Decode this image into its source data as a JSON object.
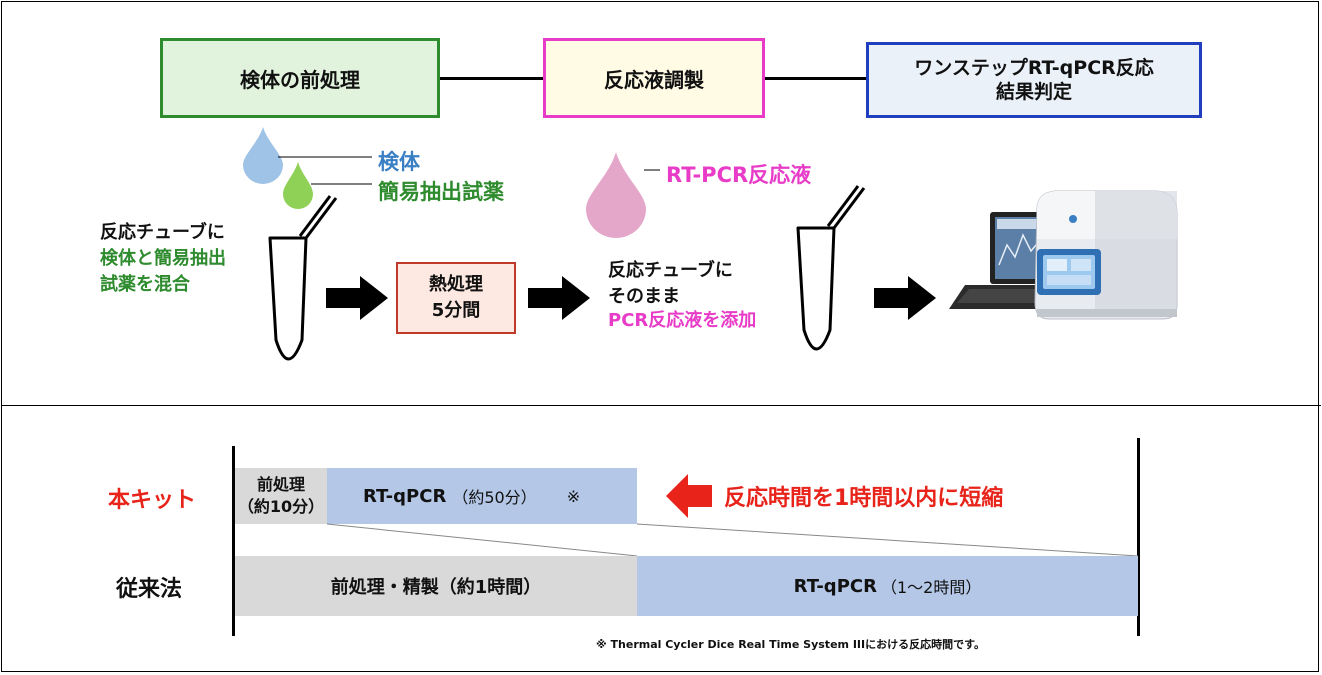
{
  "steps": [
    {
      "label": "検体の前処理"
    },
    {
      "label": "反応液調製"
    },
    {
      "label": "ワンステップRT-qPCR反応\n結果判定"
    }
  ],
  "sample_label": "検体",
  "reagent_label": "簡易抽出試薬",
  "rtpcr_label": "RT-PCR反応液",
  "tube1": {
    "line1": "反応チューブに",
    "line2": "検体と簡易抽出",
    "line3": "試薬を混合"
  },
  "heat": {
    "line1": "熱処理",
    "line2": "5分間"
  },
  "tube2": {
    "line1": "反応チューブに",
    "line2": "そのまま",
    "line3": "PCR反応液を添加"
  },
  "timeline": {
    "kit_label": "本キット",
    "conv_label": "従来法",
    "kit_pre_1": "前処理",
    "kit_pre_2": "（約10分）",
    "kit_rt_main": "RT-qPCR",
    "kit_rt_time": "（約50分）",
    "kit_rt_mark": "※",
    "reduce_text": "反応時間を1時間以内に短縮",
    "conv_pre": "前処理・精製（約1時間）",
    "conv_rt_main": "RT-qPCR",
    "conv_rt_time": "（1～2時間）",
    "footnote": "※ Thermal Cycler Dice Real Time System IIIにおける反応時間です。"
  },
  "colors": {
    "green": "#2e8b2e",
    "magenta": "#e83cc8",
    "blue": "#1f3fbf",
    "red": "#e8231a",
    "light_blue_text": "#3a7fc4",
    "bar_blue": "#b4c7e7",
    "bar_gray": "#d9d9d9"
  }
}
